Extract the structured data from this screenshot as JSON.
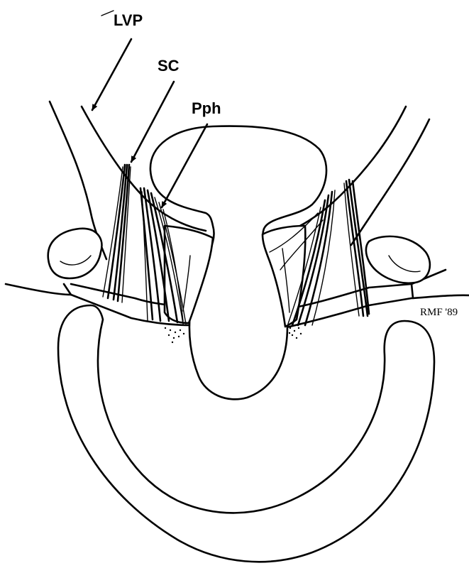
{
  "labels": {
    "lvp": "LVP",
    "sc": "SC",
    "pph": "Pph"
  },
  "signature": "RMF '89",
  "colors": {
    "ink": "#000000",
    "paper": "#ffffff"
  }
}
